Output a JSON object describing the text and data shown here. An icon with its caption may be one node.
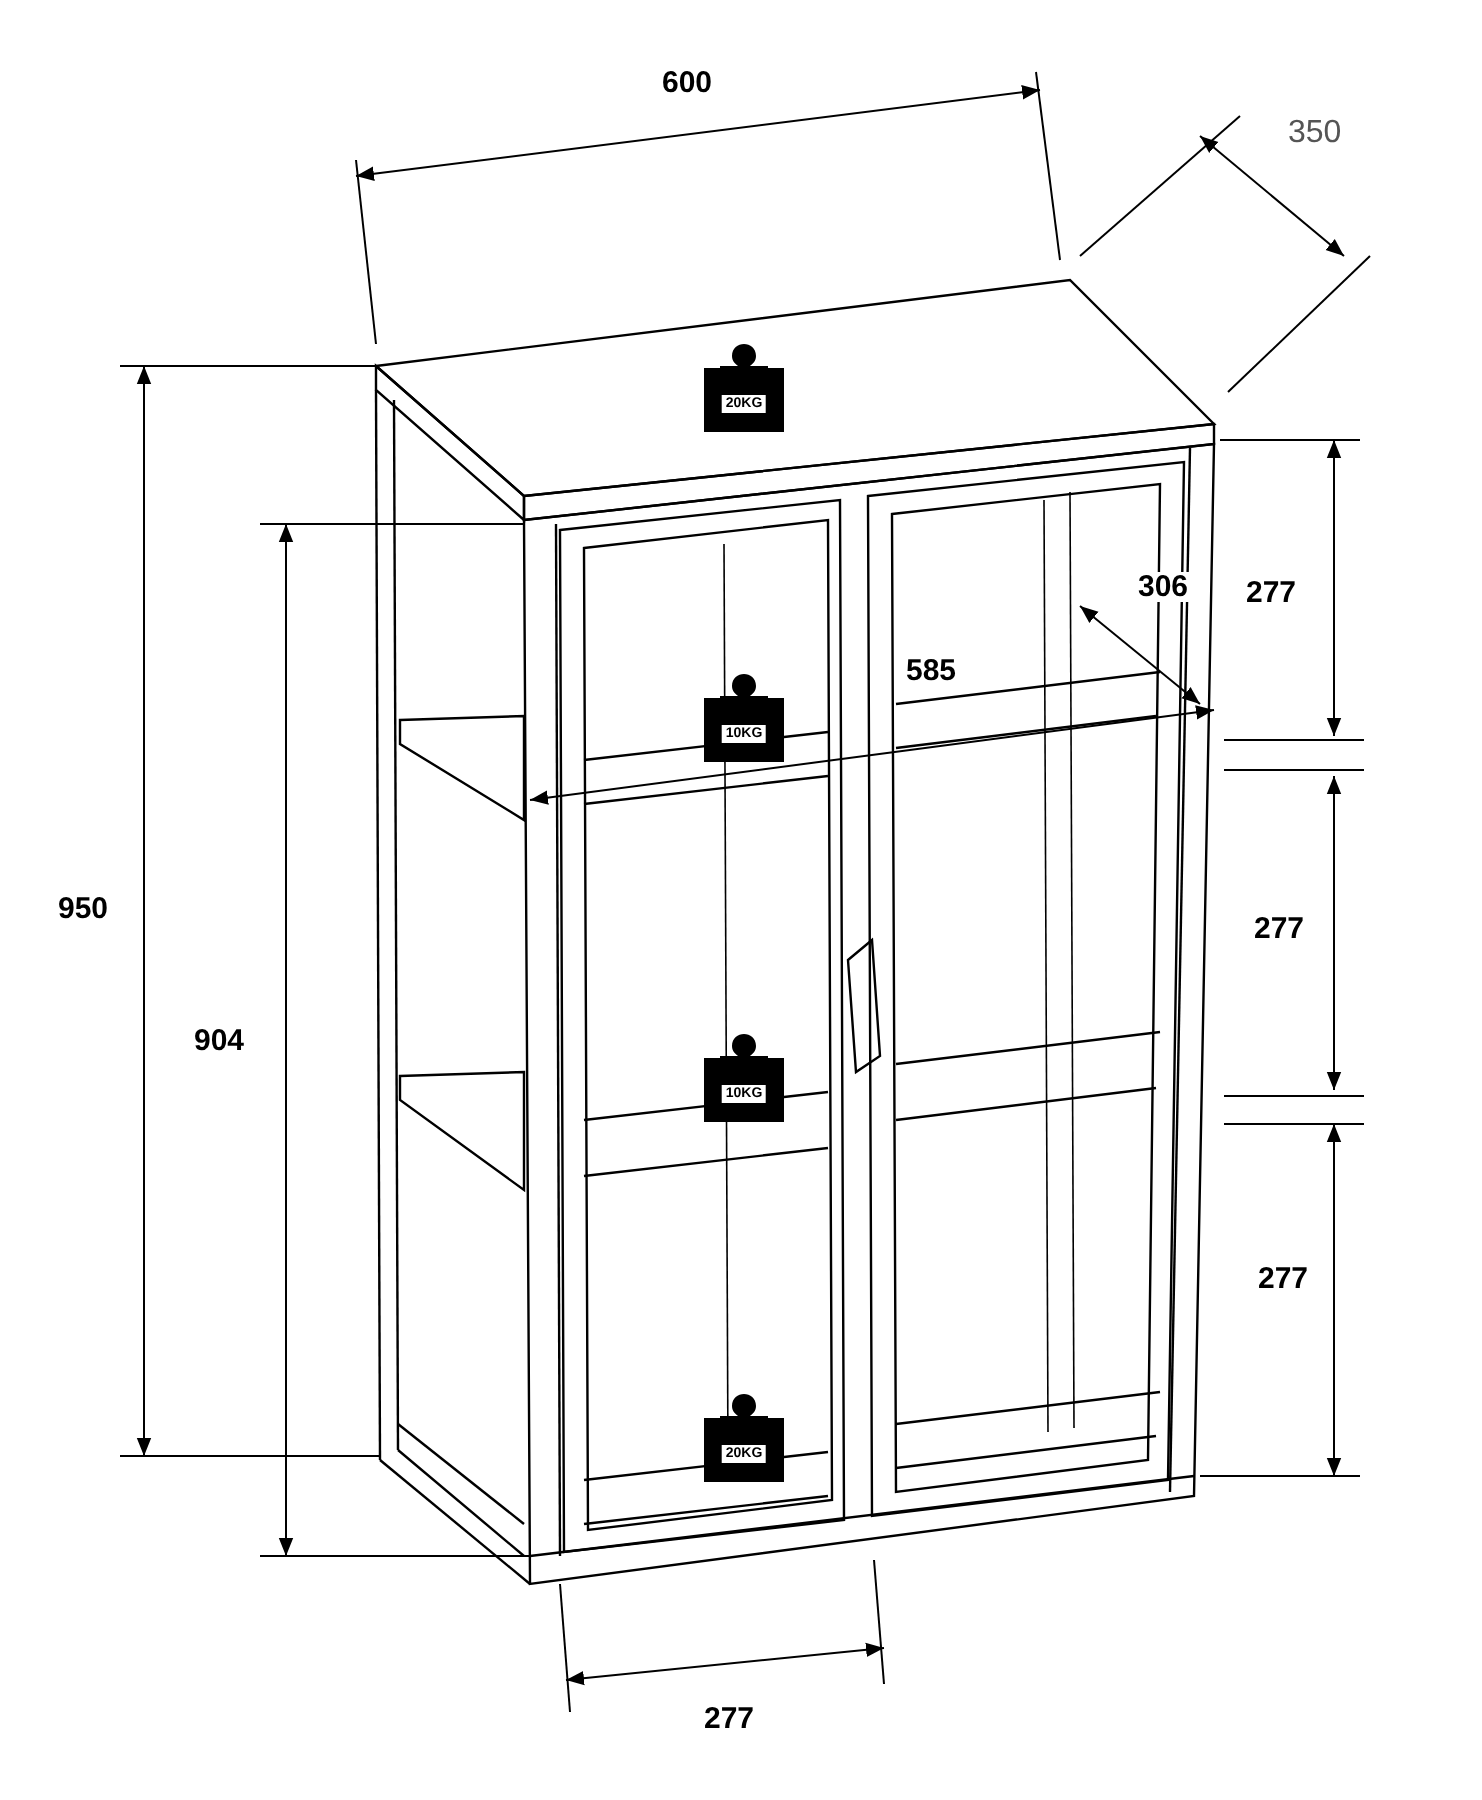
{
  "diagram": {
    "labels": [
      "600",
      "350",
      "20KG",
      "277",
      "306",
      "585",
      "10KG",
      "950",
      "277",
      "904",
      "10KG",
      "277",
      "20KG",
      "277"
    ]
  }
}
